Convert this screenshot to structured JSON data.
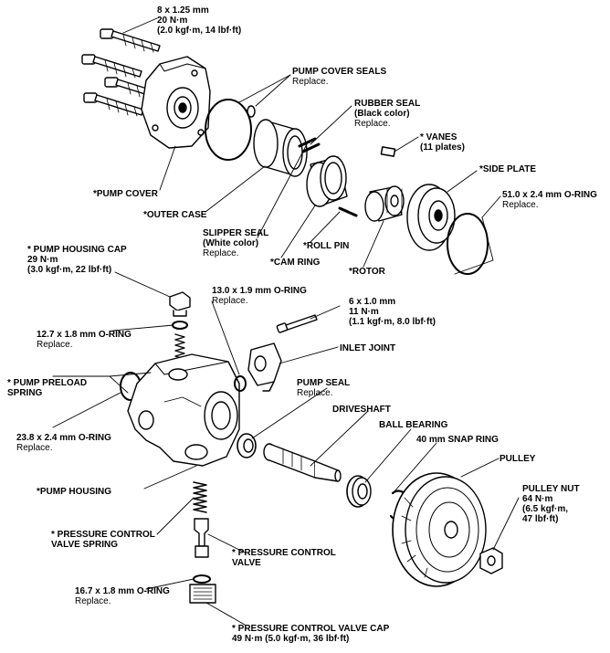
{
  "callouts": [
    {
      "id": "bolts",
      "lines": [
        {
          "t": "8 x 1.25 mm",
          "b": true
        },
        {
          "t": "20 N·m",
          "b": true
        },
        {
          "t": "(2.0 kgf·m, 14 lbf·ft)",
          "b": true
        }
      ]
    },
    {
      "id": "pump-cover-seals",
      "lines": [
        {
          "t": "PUMP COVER SEALS",
          "b": true
        },
        {
          "t": "Replace.",
          "b": false
        }
      ]
    },
    {
      "id": "rubber-seal",
      "lines": [
        {
          "t": "RUBBER SEAL",
          "b": true
        },
        {
          "t": "(Black color)",
          "b": true
        },
        {
          "t": "Replace.",
          "b": false
        }
      ]
    },
    {
      "id": "vanes",
      "lines": [
        {
          "t": "* VANES",
          "b": true
        },
        {
          "t": "(11 plates)",
          "b": true
        }
      ]
    },
    {
      "id": "side-plate",
      "lines": [
        {
          "t": "*SIDE PLATE",
          "b": true
        }
      ]
    },
    {
      "id": "o-ring-51",
      "lines": [
        {
          "t": "51.0 x 2.4 mm O-RING",
          "b": true
        },
        {
          "t": "Replace.",
          "b": false
        }
      ]
    },
    {
      "id": "pump-cover",
      "lines": [
        {
          "t": "*PUMP COVER",
          "b": true
        }
      ]
    },
    {
      "id": "outer-case",
      "lines": [
        {
          "t": "*OUTER CASE",
          "b": true
        }
      ]
    },
    {
      "id": "slipper-seal",
      "lines": [
        {
          "t": "SLIPPER SEAL",
          "b": true
        },
        {
          "t": "(White color)",
          "b": true
        },
        {
          "t": "Replace.",
          "b": false
        }
      ]
    },
    {
      "id": "roll-pin",
      "lines": [
        {
          "t": "*ROLL PIN",
          "b": true
        }
      ]
    },
    {
      "id": "cam-ring",
      "lines": [
        {
          "t": "*CAM RING",
          "b": true
        }
      ]
    },
    {
      "id": "rotor",
      "lines": [
        {
          "t": "*ROTOR",
          "b": true
        }
      ]
    },
    {
      "id": "pump-housing-cap",
      "lines": [
        {
          "t": "* PUMP HOUSING CAP",
          "b": true
        },
        {
          "t": "29 N·m",
          "b": true
        },
        {
          "t": "(3.0 kgf·m, 22 lbf·ft)",
          "b": true
        }
      ]
    },
    {
      "id": "o-ring-13",
      "lines": [
        {
          "t": "13.0 x 1.9 mm O-RING",
          "b": true
        },
        {
          "t": "Replace.",
          "b": false
        }
      ]
    },
    {
      "id": "bolt-6",
      "lines": [
        {
          "t": "6 x 1.0 mm",
          "b": true
        },
        {
          "t": "11 N·m",
          "b": true
        },
        {
          "t": "(1.1 kgf·m, 8.0 lbf·ft)",
          "b": true
        }
      ]
    },
    {
      "id": "o-ring-12",
      "lines": [
        {
          "t": "12.7 x 1.8 mm O-RING",
          "b": true
        },
        {
          "t": "Replace.",
          "b": false
        }
      ]
    },
    {
      "id": "inlet-joint",
      "lines": [
        {
          "t": "INLET JOINT",
          "b": true
        }
      ]
    },
    {
      "id": "preload-spring",
      "lines": [
        {
          "t": "* PUMP PRELOAD",
          "b": true
        },
        {
          "t": "SPRING",
          "b": true
        }
      ]
    },
    {
      "id": "pump-seal",
      "lines": [
        {
          "t": "PUMP SEAL",
          "b": true
        },
        {
          "t": "Replace.",
          "b": false
        }
      ]
    },
    {
      "id": "driveshaft",
      "lines": [
        {
          "t": "DRIVESHAFT",
          "b": true
        }
      ]
    },
    {
      "id": "o-ring-23",
      "lines": [
        {
          "t": "23.8 x 2.4 mm O-RING",
          "b": true
        },
        {
          "t": "Replace.",
          "b": false
        }
      ]
    },
    {
      "id": "ball-bearing",
      "lines": [
        {
          "t": "BALL BEARING",
          "b": true
        }
      ]
    },
    {
      "id": "snap-ring",
      "lines": [
        {
          "t": "40 mm SNAP RING",
          "b": true
        }
      ]
    },
    {
      "id": "pulley",
      "lines": [
        {
          "t": "PULLEY",
          "b": true
        }
      ]
    },
    {
      "id": "pump-housing",
      "lines": [
        {
          "t": "*PUMP HOUSING",
          "b": true
        }
      ]
    },
    {
      "id": "pulley-nut",
      "lines": [
        {
          "t": "PULLEY NUT",
          "b": true
        },
        {
          "t": "64 N·m",
          "b": true
        },
        {
          "t": "(6.5 kgf·m,",
          "b": true
        },
        {
          "t": "47 lbf·ft)",
          "b": true
        }
      ]
    },
    {
      "id": "pcv-spring",
      "lines": [
        {
          "t": "* PRESSURE CONTROL",
          "b": true
        },
        {
          "t": "VALVE SPRING",
          "b": true
        }
      ]
    },
    {
      "id": "pcv",
      "lines": [
        {
          "t": "* PRESSURE CONTROL",
          "b": true
        },
        {
          "t": "VALVE",
          "b": true
        }
      ]
    },
    {
      "id": "o-ring-16",
      "lines": [
        {
          "t": "16.7 x 1.8 mm O-RING",
          "b": true
        },
        {
          "t": "Replace.",
          "b": false
        }
      ]
    },
    {
      "id": "pcv-cap",
      "lines": [
        {
          "t": "* PRESSURE CONTROL VALVE CAP",
          "b": true
        },
        {
          "t": "49 N·m (5.0 kgf·m, 36 lbf·ft)",
          "b": true
        }
      ]
    }
  ]
}
